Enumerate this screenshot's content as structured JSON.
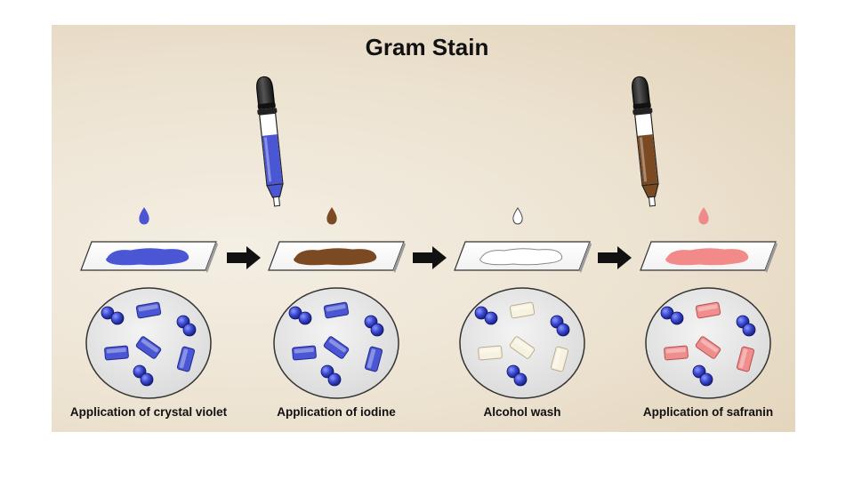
{
  "title": "Gram Stain",
  "steps": [
    {
      "label": "Application of crystal violet",
      "reagent": "crystal violet",
      "liquid_color": "#4a56d4",
      "drop_color": "#4a56d4",
      "smear_color": "#4a56d4",
      "gram_neg_color": "#4a56d4",
      "gram_neg_edge": "#1f2a8c"
    },
    {
      "label": "Application of iodine",
      "reagent": "iodine",
      "liquid_color": "#7b4a22",
      "drop_color": "#7b4a22",
      "smear_color": "#7b4a22",
      "gram_neg_color": "#4a56d4",
      "gram_neg_edge": "#1f2a8c"
    },
    {
      "label": "Alcohol wash",
      "reagent": "alcohol",
      "liquid_color": "none",
      "drop_color": "none",
      "smear_color": "none",
      "gram_neg_color": "#f7f1df",
      "gram_neg_edge": "#b9ad90"
    },
    {
      "label": "Application of safranin",
      "reagent": "safranin",
      "liquid_color": "#f2a2a2",
      "drop_color": "#f08a8a",
      "smear_color": "#f28a8a",
      "gram_neg_color": "#f08e8e",
      "gram_neg_edge": "#b8504f"
    }
  ],
  "gram_pos_color": "#3a48d0",
  "arrow_color": "#111111"
}
